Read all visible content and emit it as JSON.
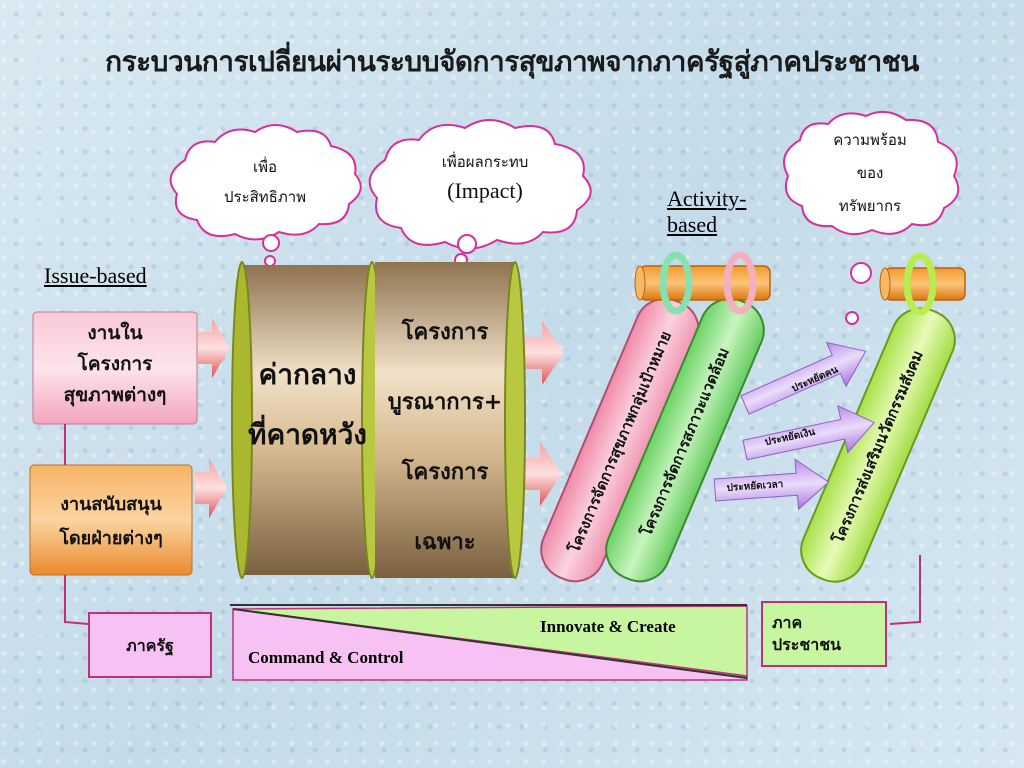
{
  "title": "กระบวนการเปลี่ยนผ่านระบบจัดการสุขภาพจากภาครัฐสู่ภาคประชาชน",
  "clouds": {
    "efficiency_line1": "เพื่อ",
    "efficiency_line2": "ประสิทธิภาพ",
    "impact_line1": "เพื่อผลกระทบ",
    "impact_line2": "(Impact)",
    "resources_line1": "ความพร้อม",
    "resources_line2": "ของ",
    "resources_line3": "ทรัพยากร"
  },
  "labels": {
    "issue_based": "Issue-based",
    "activity_based_line1": "Activity-",
    "activity_based_line2": "based"
  },
  "left_boxes": {
    "health_projects_line1": "งานใน",
    "health_projects_line2": "โครงการ",
    "health_projects_line3": "สุขภาพต่างๆ",
    "support_line1": "งานสนับสนุน",
    "support_line2": "โดยฝ่ายต่างๆ"
  },
  "cylinders": {
    "values_line1": "ค่ากลาง",
    "values_line2": "ที่คาดหวัง",
    "projects_line1": "โครงการ",
    "projects_line2": "บูรณาการ+",
    "projects_line3": "โครงการเฉพาะ"
  },
  "scrolls": {
    "target_group": "โครงการจัดการสุขภาพกลุ่มเป้าหมาย",
    "environment": "โครงการจัดการสภาวะแวดล้อม",
    "social": "โครงการส่งเสริมนวัตกรรมสังคม"
  },
  "arrows": {
    "save_people": "ประหยัดคน",
    "save_money": "ประหยัดเงิน",
    "save_time": "ประหยัดเวลา"
  },
  "bottom": {
    "state_sector": "ภาครัฐ",
    "innovate": "Innovate & Create",
    "command": "Command & Control",
    "public_line1": "ภาค",
    "public_line2": "ประชาชน"
  },
  "colors": {
    "pink": "#f7b6c8",
    "orange": "#f4a24a",
    "gold_cylinder": "#c9a774",
    "green_scroll": "#9ee08a",
    "lime_scroll": "#c9f07a",
    "purple_arrow": "#c9a2f0",
    "magenta_box": "#f7c2f3",
    "light_green": "#c8f6a0"
  }
}
